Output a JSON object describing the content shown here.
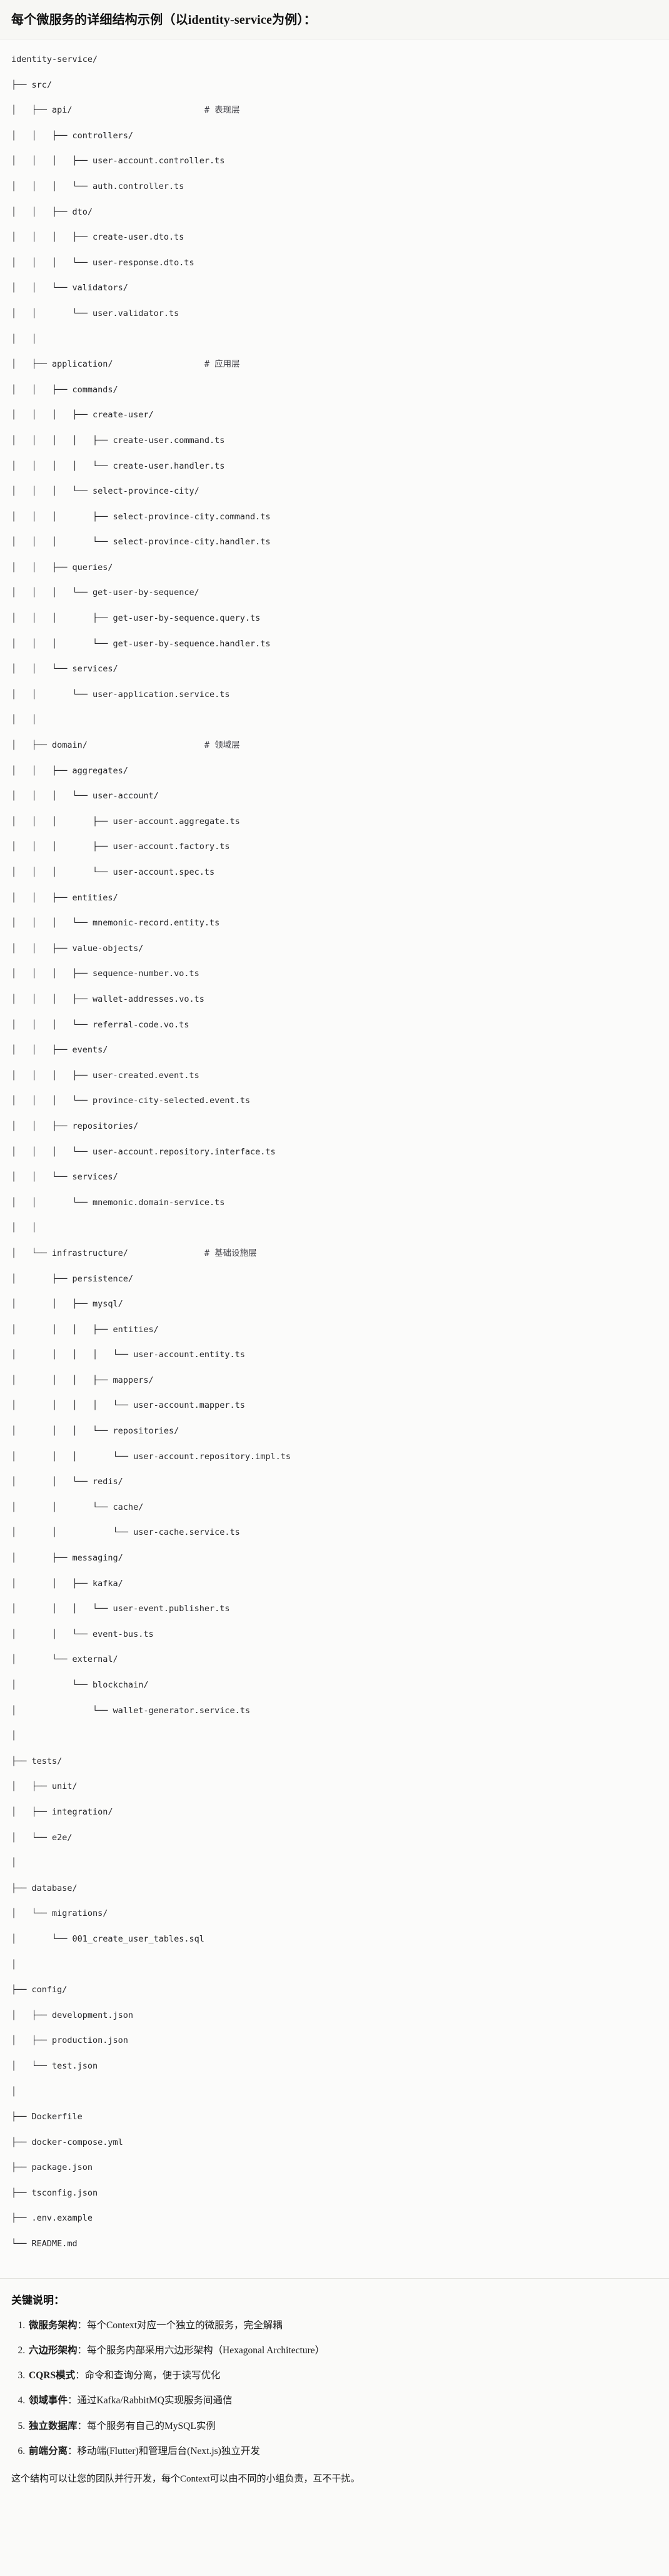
{
  "header": {
    "title": "每个微服务的详细结构示例（以identity-service为例）："
  },
  "tree": {
    "root_label": "identity-service/",
    "lines": [
      "identity-service/",
      "├── src/",
      "│   ├── api/                          # 表现层",
      "│   │   ├── controllers/",
      "│   │   │   ├── user-account.controller.ts",
      "│   │   │   └── auth.controller.ts",
      "│   │   ├── dto/",
      "│   │   │   ├── create-user.dto.ts",
      "│   │   │   └── user-response.dto.ts",
      "│   │   └── validators/",
      "│   │       └── user.validator.ts",
      "│   │",
      "│   ├── application/                  # 应用层",
      "│   │   ├── commands/",
      "│   │   │   ├── create-user/",
      "│   │   │   │   ├── create-user.command.ts",
      "│   │   │   │   └── create-user.handler.ts",
      "│   │   │   └── select-province-city/",
      "│   │   │       ├── select-province-city.command.ts",
      "│   │   │       └── select-province-city.handler.ts",
      "│   │   ├── queries/",
      "│   │   │   └── get-user-by-sequence/",
      "│   │   │       ├── get-user-by-sequence.query.ts",
      "│   │   │       └── get-user-by-sequence.handler.ts",
      "│   │   └── services/",
      "│   │       └── user-application.service.ts",
      "│   │",
      "│   ├── domain/                       # 领域层",
      "│   │   ├── aggregates/",
      "│   │   │   └── user-account/",
      "│   │   │       ├── user-account.aggregate.ts",
      "│   │   │       ├── user-account.factory.ts",
      "│   │   │       └── user-account.spec.ts",
      "│   │   ├── entities/",
      "│   │   │   └── mnemonic-record.entity.ts",
      "│   │   ├── value-objects/",
      "│   │   │   ├── sequence-number.vo.ts",
      "│   │   │   ├── wallet-addresses.vo.ts",
      "│   │   │   └── referral-code.vo.ts",
      "│   │   ├── events/",
      "│   │   │   ├── user-created.event.ts",
      "│   │   │   └── province-city-selected.event.ts",
      "│   │   ├── repositories/",
      "│   │   │   └── user-account.repository.interface.ts",
      "│   │   └── services/",
      "│   │       └── mnemonic.domain-service.ts",
      "│   │",
      "│   └── infrastructure/               # 基础设施层",
      "│       ├── persistence/",
      "│       │   ├── mysql/",
      "│       │   │   ├── entities/",
      "│       │   │   │   └── user-account.entity.ts",
      "│       │   │   ├── mappers/",
      "│       │   │   │   └── user-account.mapper.ts",
      "│       │   │   └── repositories/",
      "│       │   │       └── user-account.repository.impl.ts",
      "│       │   └── redis/",
      "│       │       └── cache/",
      "│       │           └── user-cache.service.ts",
      "│       ├── messaging/",
      "│       │   ├── kafka/",
      "│       │   │   └── user-event.publisher.ts",
      "│       │   └── event-bus.ts",
      "│       └── external/",
      "│           └── blockchain/",
      "│               └── wallet-generator.service.ts",
      "│",
      "├── tests/",
      "│   ├── unit/",
      "│   ├── integration/",
      "│   └── e2e/",
      "│",
      "├── database/",
      "│   └── migrations/",
      "│       └── 001_create_user_tables.sql",
      "│",
      "├── config/",
      "│   ├── development.json",
      "│   ├── production.json",
      "│   └── test.json",
      "│",
      "├── Dockerfile",
      "├── docker-compose.yml",
      "├── package.json",
      "├── tsconfig.json",
      "├── .env.example",
      "└── README.md"
    ],
    "layer_comments": [
      "# 表现层",
      "# 应用层",
      "# 领域层",
      "# 基础设施层"
    ]
  },
  "notes": {
    "title": "关键说明：",
    "items": [
      {
        "term": "微服务架构",
        "text": "：每个Context对应一个独立的微服务，完全解耦"
      },
      {
        "term": "六边形架构",
        "text": "：每个服务内部采用六边形架构（Hexagonal Architecture）"
      },
      {
        "term": "CQRS模式",
        "text": "：命令和查询分离，便于读写优化"
      },
      {
        "term": "领域事件",
        "text": "：通过Kafka/RabbitMQ实现服务间通信"
      },
      {
        "term": "独立数据库",
        "text": "：每个服务有自己的MySQL实例"
      },
      {
        "term": "前端分离",
        "text": "：移动端(Flutter)和管理后台(Next.js)独立开发"
      }
    ],
    "closing": "这个结构可以让您的团队并行开发，每个Context可以由不同的小组负责，互不干扰。"
  },
  "colors": {
    "page_bg": "#fafaf9",
    "code_bg": "#fbfbfa",
    "heading_bg": "#f7f7f4",
    "border": "#e3e3de",
    "text": "#1a1a1a",
    "code_text": "#27272a"
  }
}
